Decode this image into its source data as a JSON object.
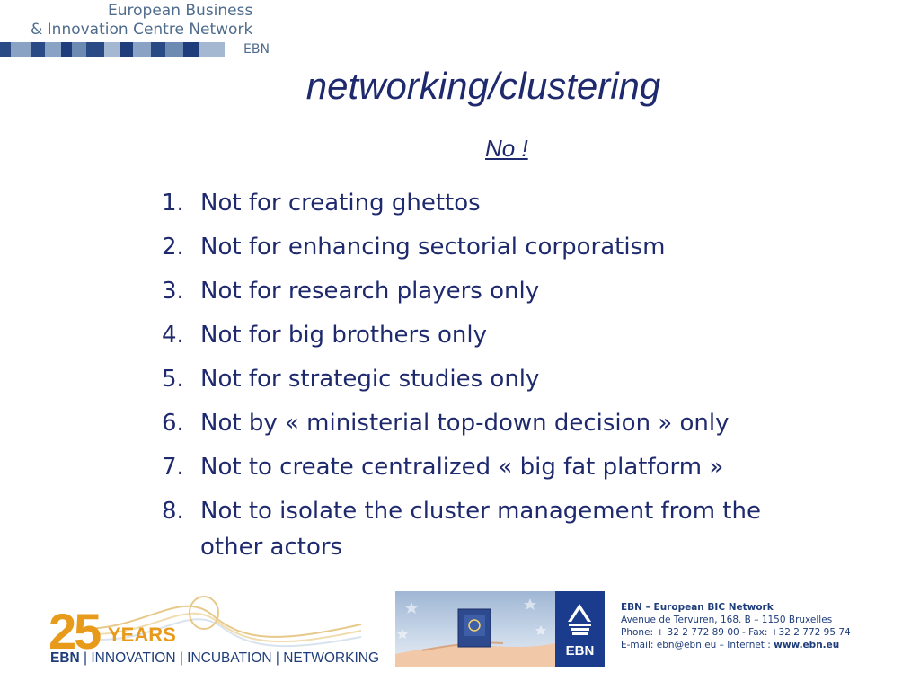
{
  "header": {
    "org_line1": "European Business",
    "org_line2": "& Innovation Centre Network",
    "org_abbr": "EBN",
    "bar_colors": [
      "#2a4a86",
      "#8aa3c4",
      "#2a4a86",
      "#8aa3c4",
      "#1f3d7a",
      "#6d8ab3",
      "#2a4a86",
      "#a5b8d2",
      "#1f3d7a",
      "#8aa3c4",
      "#2a4a86",
      "#6d8ab3",
      "#1f3d7a",
      "#a5b8d2"
    ]
  },
  "slide": {
    "title": "networking/clustering",
    "subtitle": "No !",
    "items": [
      {
        "num": "1.",
        "text": "Not for creating ghettos"
      },
      {
        "num": "2.",
        "text": "Not for enhancing sectorial corporatism"
      },
      {
        "num": "3.",
        "text": "Not for research players only"
      },
      {
        "num": "4.",
        "text": "Not for big brothers only"
      },
      {
        "num": "5.",
        "text": "Not for strategic studies only"
      },
      {
        "num": "6.",
        "text": "Not by « ministerial top-down decision » only"
      },
      {
        "num": "7.",
        "text": "Not to create centralized « big fat platform »"
      },
      {
        "num": "8.",
        "text": "Not to isolate the cluster management from the other actors"
      }
    ]
  },
  "footer": {
    "years_number": "25",
    "years_word": "YEARS",
    "tag_ebn": "EBN",
    "tag_rest": " | INNOVATION | INCUBATION | NETWORKING",
    "ebn_box_label": "EBN",
    "contact": {
      "name": "EBN – European BIC Network",
      "address": "Avenue de Tervuren, 168.  B – 1150 Bruxelles",
      "phone": "Phone: + 32 2 772 89 00 - Fax: +32 2 772 95 74",
      "email_prefix": "E-mail: ebn@ebn.eu – Internet : ",
      "website": "www.ebn.eu"
    },
    "accent_orange": "#e89a1a",
    "accent_navy": "#1f3d7a"
  }
}
